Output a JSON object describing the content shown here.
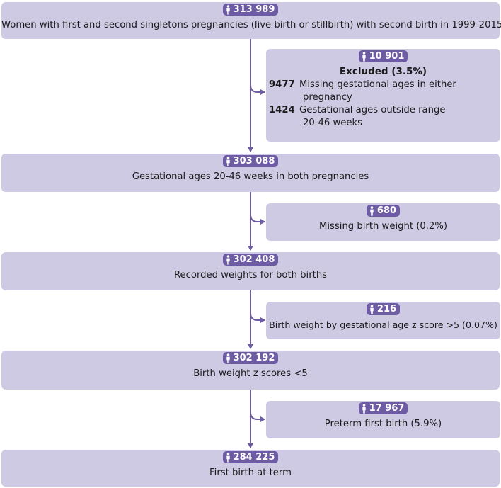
{
  "stages": [
    {
      "count": "313 989",
      "text": "Women with first and second singletons pregnancies (live birth or stillbirth) with second birth in 1999-2015"
    },
    {
      "count": "303 088",
      "text": "Gestational ages 20-46 weeks in both pregnancies"
    },
    {
      "count": "302 408",
      "text": "Recorded weights for both births"
    },
    {
      "count": "302 192",
      "text": "Birth weight z scores <5"
    },
    {
      "count": "284 225",
      "text": "First birth at term"
    }
  ],
  "exclusions": [
    {
      "count": "10 901",
      "title": "Excluded (3.5%)",
      "reasons": [
        {
          "count": "9477",
          "line1": "Missing gestational ages in either",
          "line2": "pregnancy"
        },
        {
          "count": "1424",
          "line1": "Gestational ages outside range",
          "line2": "20-46 weeks"
        }
      ]
    },
    {
      "count": "680",
      "text": "Missing birth weight (0.2%)"
    },
    {
      "count": "216",
      "text": "Birth weight by gestational age z score >5 (0.07%)"
    },
    {
      "count": "17 967",
      "text": "Preterm first birth (5.9%)"
    }
  ],
  "colors": {
    "box_fill": "#cfcae4",
    "badge_fill": "#6d5ba3",
    "arrow": "#6d5ba3"
  },
  "icon": "person-icon"
}
